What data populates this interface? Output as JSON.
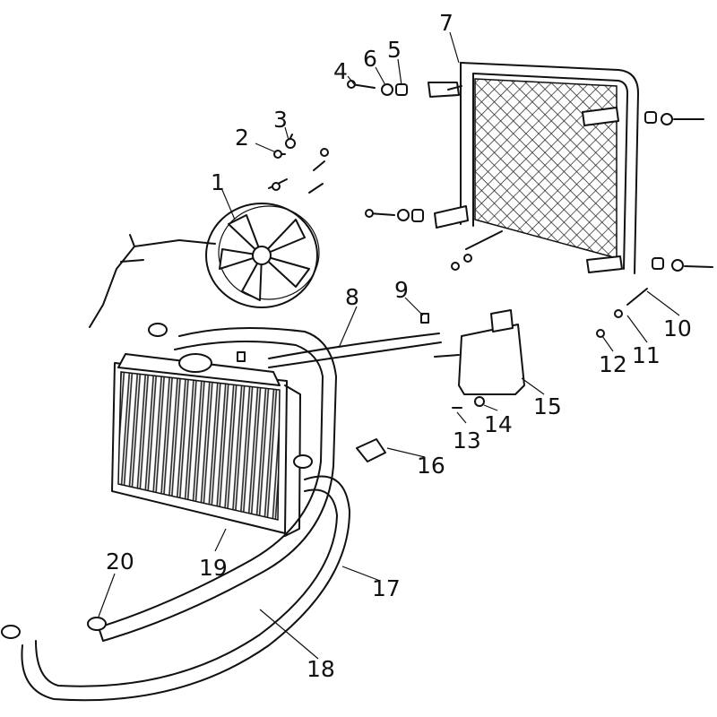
{
  "diagram": {
    "type": "exploded-parts-diagram",
    "callouts": [
      {
        "id": "1",
        "label": "1"
      },
      {
        "id": "2",
        "label": "2"
      },
      {
        "id": "3",
        "label": "3"
      },
      {
        "id": "4",
        "label": "4"
      },
      {
        "id": "5",
        "label": "5"
      },
      {
        "id": "6",
        "label": "6"
      },
      {
        "id": "7",
        "label": "7"
      },
      {
        "id": "8",
        "label": "8"
      },
      {
        "id": "9",
        "label": "9"
      },
      {
        "id": "10",
        "label": "10"
      },
      {
        "id": "11",
        "label": "11"
      },
      {
        "id": "12",
        "label": "12"
      },
      {
        "id": "13",
        "label": "13"
      },
      {
        "id": "14",
        "label": "14"
      },
      {
        "id": "15",
        "label": "15"
      },
      {
        "id": "16",
        "label": "16"
      },
      {
        "id": "17",
        "label": "17"
      },
      {
        "id": "18",
        "label": "18"
      },
      {
        "id": "19",
        "label": "19"
      },
      {
        "id": "20",
        "label": "20"
      }
    ]
  }
}
